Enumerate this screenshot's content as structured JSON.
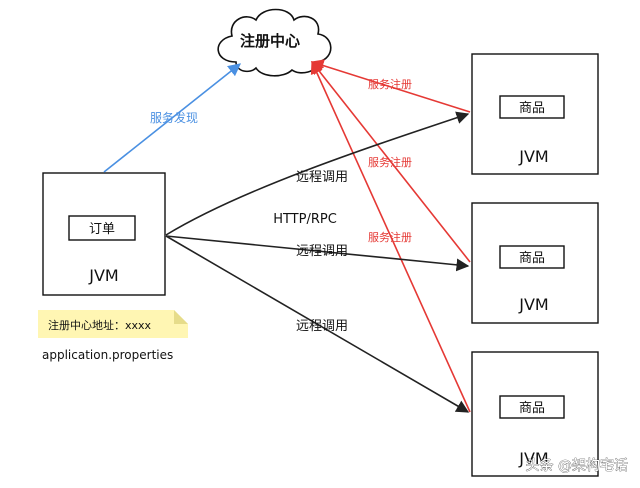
{
  "registry": {
    "label": "注册中心"
  },
  "order_service": {
    "item_label": "订单",
    "runtime_label": "JVM"
  },
  "goods_services": [
    {
      "item_label": "商品",
      "runtime_label": "JVM"
    },
    {
      "item_label": "商品",
      "runtime_label": "JVM"
    },
    {
      "item_label": "商品",
      "runtime_label": "JVM"
    }
  ],
  "discovery_label": "服务发现",
  "registration_labels": [
    "服务注册",
    "服务注册",
    "服务注册"
  ],
  "call_labels": [
    "远程调用",
    "远程调用",
    "远程调用"
  ],
  "protocol_label": "HTTP/RPC",
  "note": {
    "text": "注册中心地址：xxxx",
    "filename": "application.properties"
  },
  "watermark": "头条 @架构宅话",
  "colors": {
    "discovery": "#4a90e2",
    "registration": "#e53935",
    "call": "#222222",
    "note": "#fff6b3"
  }
}
